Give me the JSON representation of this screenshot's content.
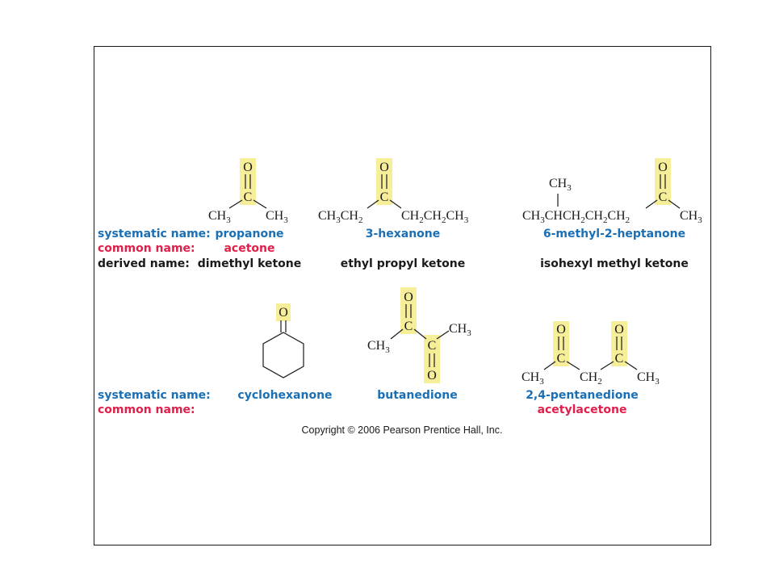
{
  "row_labels": {
    "systematic": "systematic name:",
    "common": "common name:",
    "derived": "derived name:"
  },
  "atoms": {
    "O": "O",
    "C": "C",
    "CH": "CH",
    "CH3": "CH3",
    "three": "3",
    "two": "2",
    "CH3CH2": "CH3CH2",
    "CH2CH2CH3": "CH2CH2CH3",
    "CH3CHCH2CH2CH2": "CH3CHCH2CH2CH2",
    "CH2": "CH2"
  },
  "compounds": {
    "propanone": {
      "systematic": "propanone",
      "common": "acetone",
      "derived": "dimethyl ketone"
    },
    "hexanone": {
      "systematic": "3-hexanone",
      "derived": "ethyl propyl ketone"
    },
    "heptanone": {
      "systematic": "6-methyl-2-heptanone",
      "derived": "isohexyl methyl ketone"
    },
    "cyclohexanone": {
      "systematic": "cyclohexanone"
    },
    "butanedione": {
      "systematic": "butanedione"
    },
    "pentanedione": {
      "systematic": "2,4-pentanedione",
      "common": "acetylacetone"
    }
  },
  "copyright": "Copyright © 2006 Pearson Prentice Hall, Inc.",
  "colors": {
    "systematic": "#1a6fb5",
    "common": "#e0204a",
    "derived": "#1a1a1a",
    "highlight": "#f7ee9a"
  }
}
